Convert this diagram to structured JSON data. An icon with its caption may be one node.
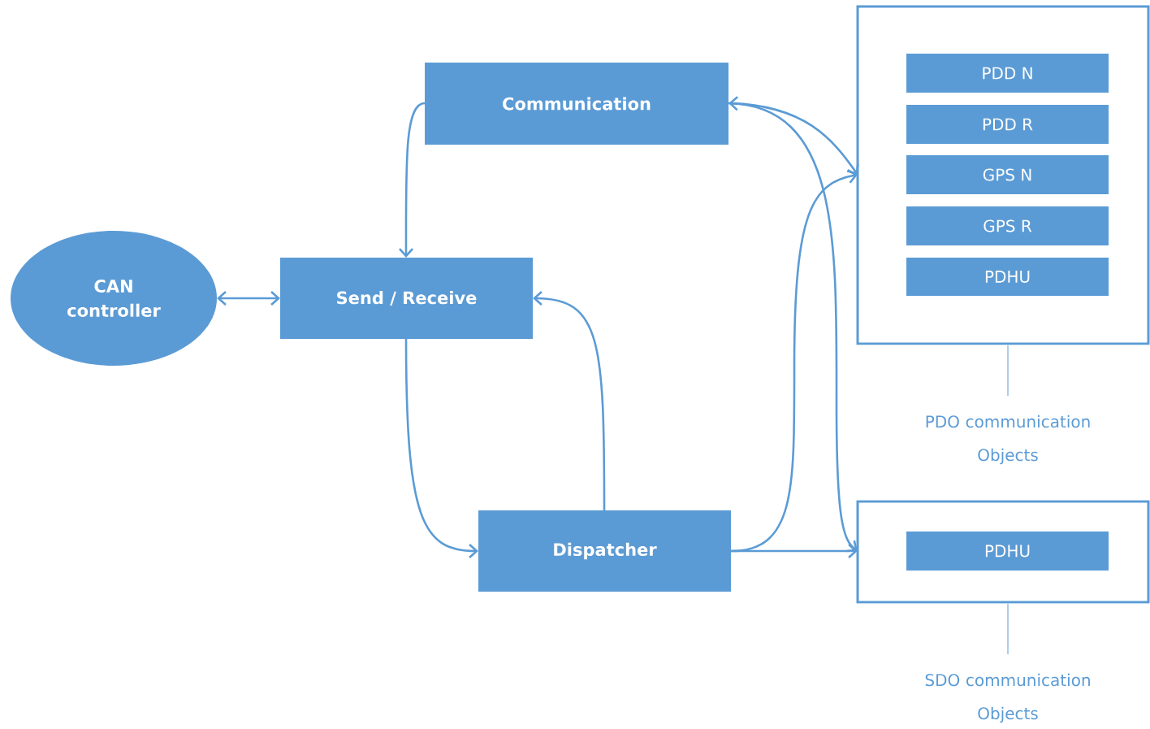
{
  "diagram": {
    "nodes": [
      {
        "text": [
          "CAN controller"
        ]
      },
      {
        "text": [
          "Communication"
        ]
      },
      {
        "text": [
          "Send / Receive"
        ]
      },
      {
        "text": [
          "Dispatcher"
        ]
      },
      {
        "text": [
          "PDO communication Objects"
        ]
      },
      {
        "text": [
          "PDD N"
        ],
        "in": 4
      },
      {
        "text": [
          "PDD R"
        ],
        "in": 4
      },
      {
        "text": [
          "GPS N"
        ],
        "in": 4
      },
      {
        "text": [
          "GPS R"
        ],
        "in": 4
      },
      {
        "text": [
          "PDHU"
        ],
        "in": 4
      },
      {
        "text": [
          "SDO communication Objects"
        ]
      },
      {
        "text": [
          "PDHU"
        ],
        "in": 10
      }
    ],
    "edges": [
      {
        "from": 0,
        "to": 2,
        "arrow": "both"
      },
      {
        "from": 1,
        "to": 2,
        "arrow": "to"
      },
      {
        "from": 2,
        "to": 3,
        "arrow": "to"
      },
      {
        "from": 3,
        "to": 2,
        "arrow": "to"
      },
      {
        "from": 1,
        "to": 4,
        "arrow": "both"
      },
      {
        "from": 1,
        "to": 10,
        "arrow": "to"
      },
      {
        "from": 3,
        "to": 4,
        "arrow": "to"
      },
      {
        "from": 3,
        "to": 10,
        "arrow": "to"
      }
    ]
  }
}
